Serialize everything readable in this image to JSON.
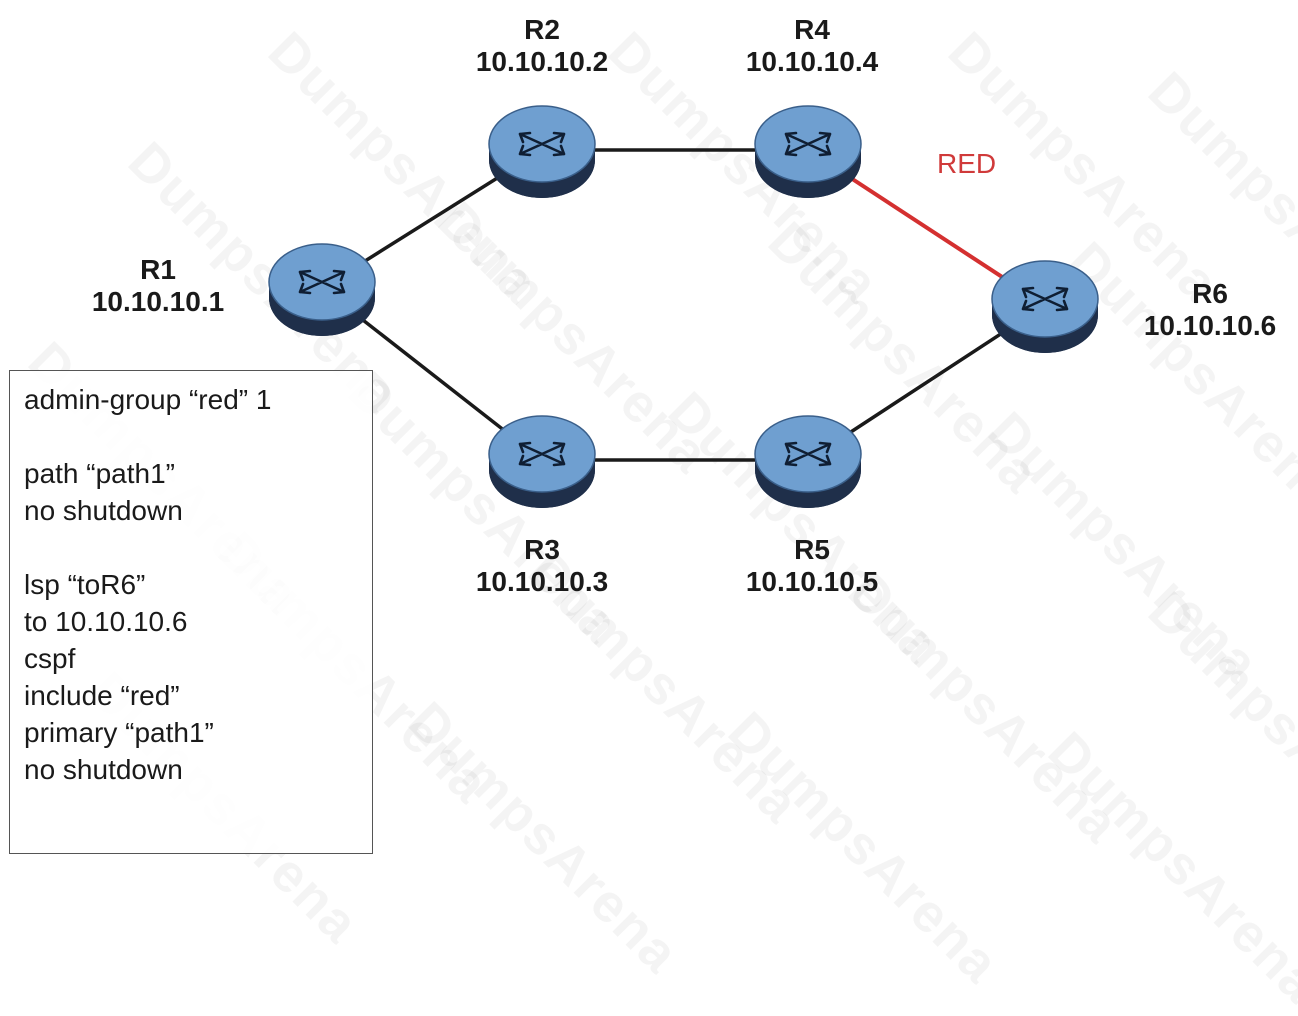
{
  "watermark": "DumpsArena",
  "routers": [
    {
      "id": "r1",
      "name": "R1",
      "ip": "10.10.10.1"
    },
    {
      "id": "r2",
      "name": "R2",
      "ip": "10.10.10.2"
    },
    {
      "id": "r3",
      "name": "R3",
      "ip": "10.10.10.3"
    },
    {
      "id": "r4",
      "name": "R4",
      "ip": "10.10.10.4"
    },
    {
      "id": "r5",
      "name": "R5",
      "ip": "10.10.10.5"
    },
    {
      "id": "r6",
      "name": "R6",
      "ip": "10.10.10.6"
    }
  ],
  "links": [
    {
      "from": "R1",
      "to": "R2",
      "color": "#1a1a1a"
    },
    {
      "from": "R2",
      "to": "R4",
      "color": "#1a1a1a"
    },
    {
      "from": "R4",
      "to": "R6",
      "color": "#d43030",
      "label": "RED"
    },
    {
      "from": "R1",
      "to": "R3",
      "color": "#1a1a1a"
    },
    {
      "from": "R3",
      "to": "R5",
      "color": "#1a1a1a"
    },
    {
      "from": "R5",
      "to": "R6",
      "color": "#1a1a1a"
    }
  ],
  "config": {
    "lines": [
      "admin-group “red” 1",
      "",
      "path “path1”",
      "no shutdown",
      "",
      "lsp “toR6”",
      "to 10.10.10.6",
      "cspf",
      "include “red”",
      "primary “path1”",
      "no shutdown"
    ]
  },
  "colors": {
    "router_top": "#6f9fd0",
    "router_side": "#1f2f4a",
    "link": "#1a1a1a",
    "red_link": "#d43030"
  }
}
